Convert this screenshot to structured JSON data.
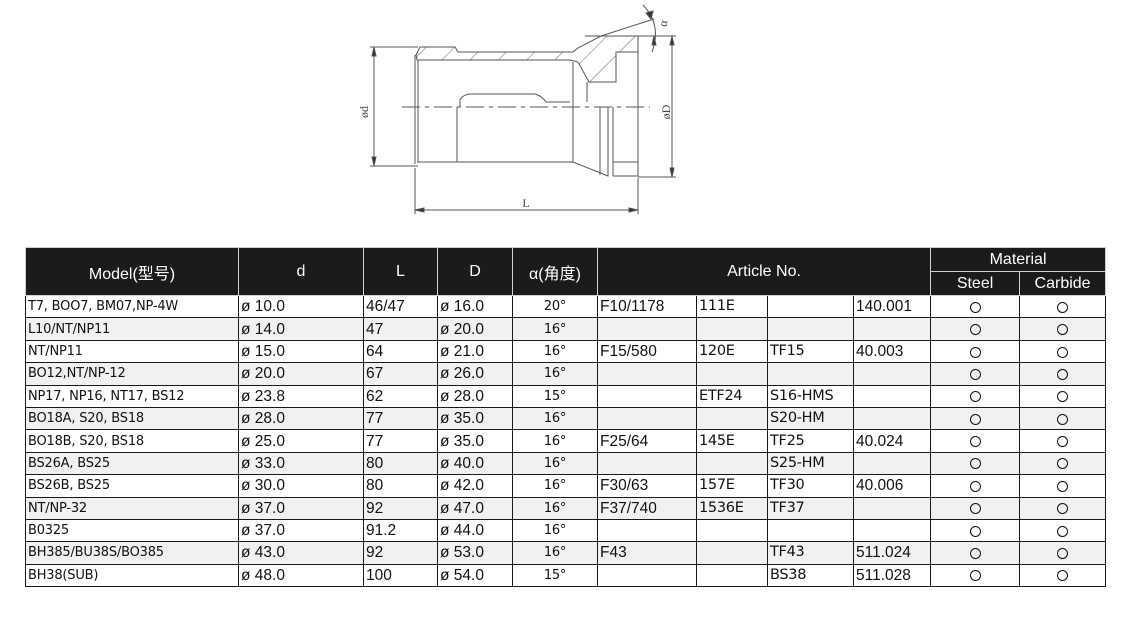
{
  "drawing": {
    "labels": {
      "d": "ød",
      "D": "øD",
      "L": "L",
      "alpha": "α"
    }
  },
  "table": {
    "headers": {
      "model": "Model(型号)",
      "d": "d",
      "L": "L",
      "D": "D",
      "alpha": "α(角度)",
      "article": "Article No.",
      "material": "Material",
      "steel": "Steel",
      "carbide": "Carbide"
    },
    "rows": [
      {
        "model": "T7,  BOO7,  BM07,NP-4W",
        "d": "ø 10.0",
        "L": "46/47",
        "D": "ø 16.0",
        "alpha": "20°",
        "art1": "F10/1178",
        "art2": "111E",
        "art3": "",
        "art4": "140.001",
        "steel": "O",
        "carbide": "O"
      },
      {
        "model": "L10/NT/NP11",
        "d": "ø 14.0",
        "L": "47",
        "D": "ø 20.0",
        "alpha": "16°",
        "art1": "",
        "art2": "",
        "art3": "",
        "art4": "",
        "steel": "O",
        "carbide": "O"
      },
      {
        "model": "NT/NP11",
        "d": "ø 15.0",
        "L": "64",
        "D": "ø 21.0",
        "alpha": "16°",
        "art1": "F15/580",
        "art2": "120E",
        "art3": "TF15",
        "art4": "40.003",
        "steel": "O",
        "carbide": "O"
      },
      {
        "model": "BO12,NT/NP-12",
        "d": "ø 20.0",
        "L": "67",
        "D": "ø 26.0",
        "alpha": "16°",
        "art1": "",
        "art2": "",
        "art3": "",
        "art4": "",
        "steel": "O",
        "carbide": "O"
      },
      {
        "model": "NP17,  NP16,  NT17,  BS12",
        "d": "ø 23.8",
        "L": "62",
        "D": "ø 28.0",
        "alpha": "15°",
        "art1": "",
        "art2": "ETF24",
        "art3": "S16-HMS",
        "art4": "",
        "steel": "O",
        "carbide": "O"
      },
      {
        "model": "BO18A,  S20,  BS18",
        "d": "ø 28.0",
        "L": "77",
        "D": "ø 35.0",
        "alpha": "16°",
        "art1": "",
        "art2": "",
        "art3": "S20-HM",
        "art4": "",
        "steel": "O",
        "carbide": "O"
      },
      {
        "model": "BO18B,  S20,  BS18",
        "d": "ø 25.0",
        "L": "77",
        "D": "ø 35.0",
        "alpha": "16°",
        "art1": "F25/64",
        "art2": "145E",
        "art3": "TF25",
        "art4": "40.024",
        "steel": "O",
        "carbide": "O"
      },
      {
        "model": "BS26A,  BS25",
        "d": "ø 33.0",
        "L": "80",
        "D": "ø 40.0",
        "alpha": "16°",
        "art1": "",
        "art2": "",
        "art3": "S25-HM",
        "art4": "",
        "steel": "O",
        "carbide": "O"
      },
      {
        "model": "BS26B,  BS25",
        "d": "ø 30.0",
        "L": "80",
        "D": "ø 42.0",
        "alpha": "16°",
        "art1": "F30/63",
        "art2": "157E",
        "art3": "TF30",
        "art4": "40.006",
        "steel": "O",
        "carbide": "O"
      },
      {
        "model": "NT/NP-32",
        "d": "ø 37.0",
        "L": "92",
        "D": "ø 47.0",
        "alpha": "16°",
        "art1": "F37/740",
        "art2": "1536E",
        "art3": "TF37",
        "art4": "",
        "steel": "O",
        "carbide": "O"
      },
      {
        "model": "B0325",
        "d": "ø 37.0",
        "L": "91.2",
        "D": "ø 44.0",
        "alpha": "16°",
        "art1": "",
        "art2": "",
        "art3": "",
        "art4": "",
        "steel": "O",
        "carbide": "O"
      },
      {
        "model": "BH385/BU38S/BO385",
        "d": "ø 43.0",
        "L": "92",
        "D": "ø 53.0",
        "alpha": "16°",
        "art1": "F43",
        "art2": "",
        "art3": "TF43",
        "art4": "511.024",
        "steel": "O",
        "carbide": "O"
      },
      {
        "model": "BH38(SUB)",
        "d": "ø 48.0",
        "L": "100",
        "D": "ø 54.0",
        "alpha": "15°",
        "art1": "",
        "art2": "",
        "art3": "BS38",
        "art4": "511.028",
        "steel": "O",
        "carbide": "O"
      }
    ]
  }
}
